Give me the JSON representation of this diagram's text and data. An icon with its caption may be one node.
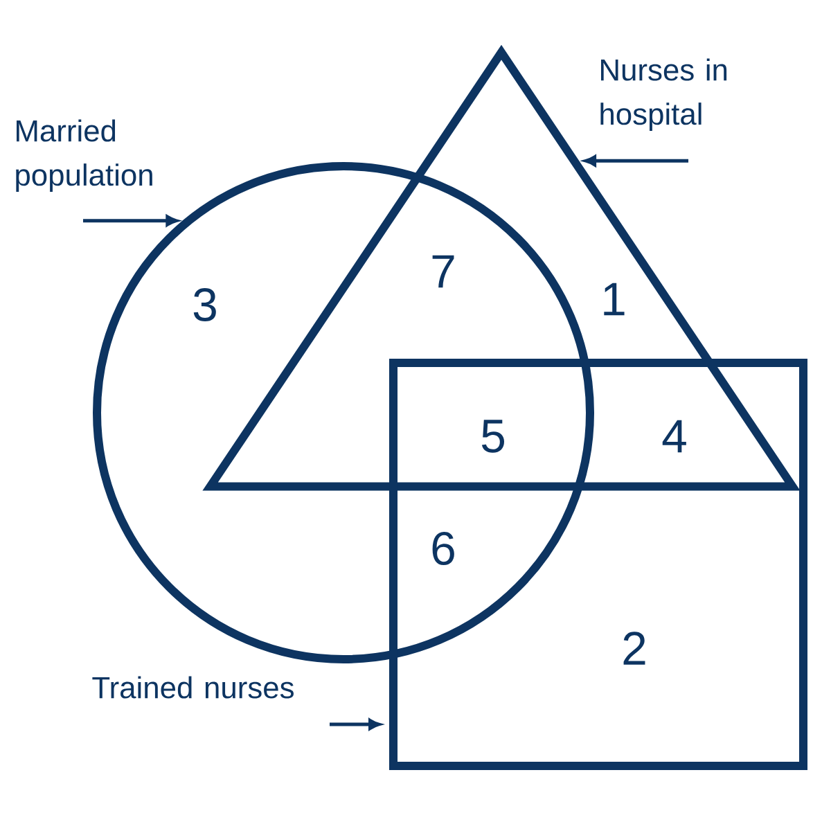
{
  "diagram": {
    "nodes": [
      {
        "text": [
          "Married population"
        ]
      },
      {
        "text": [
          "Nurses in hospital"
        ]
      },
      {
        "text": [],
        "shape": "circle"
      },
      {
        "text": [],
        "shape": "triangle"
      },
      {
        "text": [],
        "shape": "box"
      },
      {
        "text": [
          "Trained nurses"
        ]
      }
    ],
    "edges": [
      {
        "from": 0,
        "to": 2,
        "arrow": "to"
      },
      {
        "from": 1,
        "to": 3,
        "arrow": "to"
      },
      {
        "from": 5,
        "to": 4,
        "arrow": "to"
      }
    ],
    "labels": [
      "3",
      "7",
      "1",
      "5",
      "4",
      "6",
      "2"
    ]
  }
}
